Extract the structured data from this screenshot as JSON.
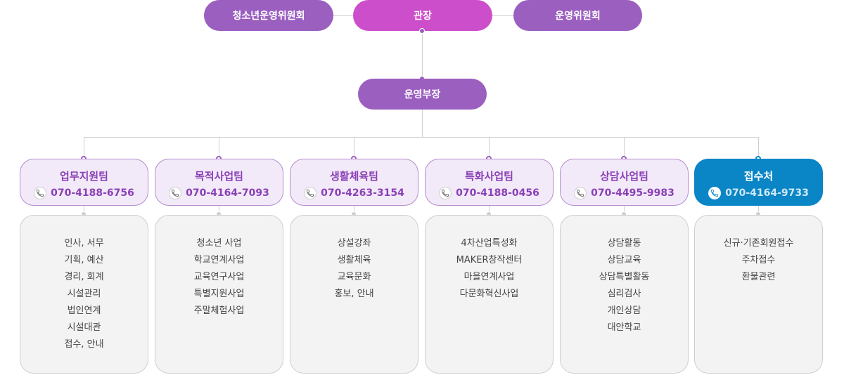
{
  "top": {
    "left_committee": "청소년운영위원회",
    "director": "관장",
    "right_committee": "운영위원회"
  },
  "manager": "운영부장",
  "teams": [
    {
      "name": "업무지원팀",
      "tel": "070-4188-6756",
      "icon": "phone-icon",
      "duties": [
        "인사, 서무",
        "기획, 예산",
        "경리, 회계",
        "시설관리",
        "법인연계",
        "시설대관",
        "접수, 안내"
      ]
    },
    {
      "name": "목적사업팀",
      "tel": "070-4164-7093",
      "icon": "phone-icon",
      "duties": [
        "청소년 사업",
        "학교연계사업",
        "교육연구사업",
        "특별지원사업",
        "주말체험사업"
      ]
    },
    {
      "name": "생활체육팀",
      "tel": "070-4263-3154",
      "icon": "phone-icon",
      "duties": [
        "상설강좌",
        "생활체육",
        "교육문화",
        "홍보, 안내"
      ]
    },
    {
      "name": "특화사업팀",
      "tel": "070-4188-0456",
      "icon": "phone-icon",
      "duties": [
        "4차산업특성화",
        "MAKER창작센터",
        "마을연계사업",
        "다문화혁신사업"
      ]
    },
    {
      "name": "상담사업팀",
      "tel": "070-4495-9983",
      "icon": "phone-icon",
      "duties": [
        "상담활동",
        "상담교육",
        "상담특별활동",
        "심리검사",
        "개인상담",
        "대안학교"
      ]
    },
    {
      "name": "접수처",
      "tel": "070-4164-9733",
      "icon": "phone-icon",
      "duties": [
        "신규·기존회원접수",
        "주차접수",
        "환불관련"
      ]
    }
  ],
  "colors": {
    "purple": "#9b5fc0",
    "magenta": "#cc4ecb",
    "blue": "#0a85c6",
    "grey_line": "#cfcfcf"
  }
}
